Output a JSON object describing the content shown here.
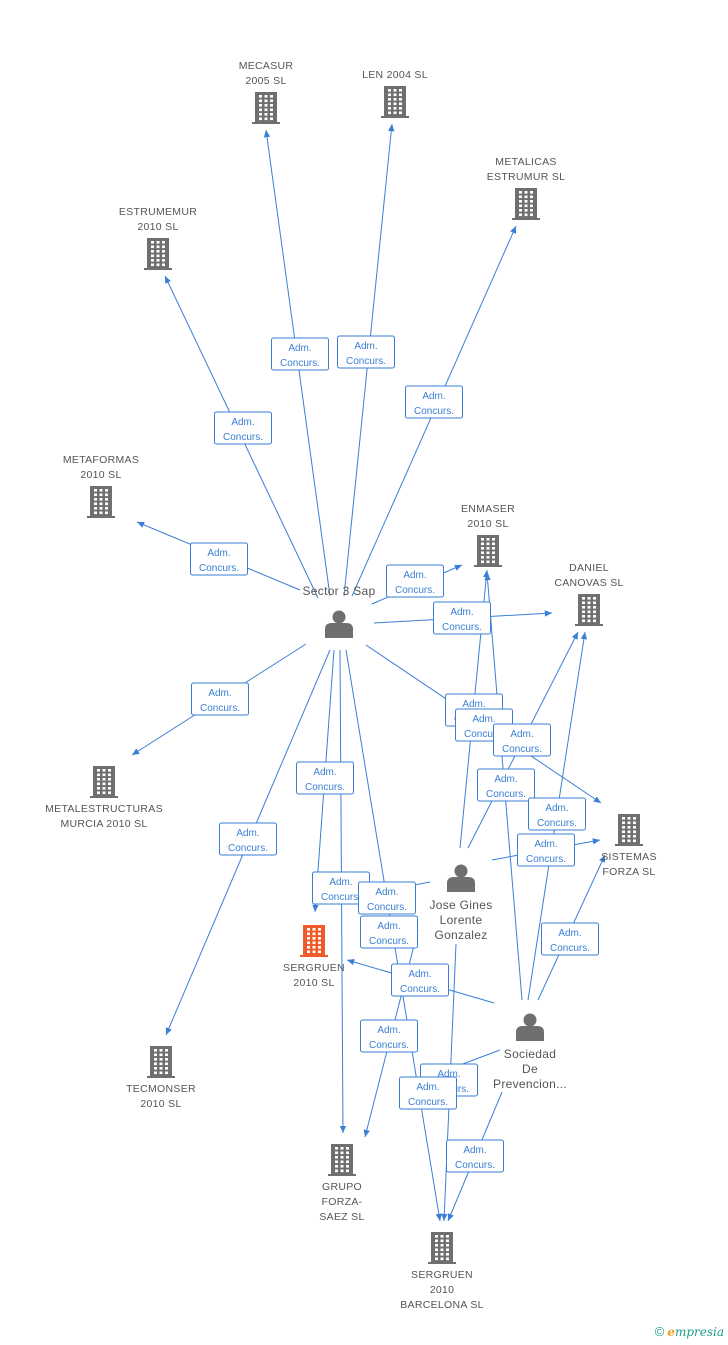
{
  "diagram": {
    "colors": {
      "edge": "#3a7fd5",
      "building": "#6f6f6f",
      "building_highlight": "#f05a28",
      "person": "#6f6f6f",
      "text": "#555555"
    },
    "companies": [
      {
        "id": "mecasur",
        "lines": [
          "MECASUR",
          "2005 SL"
        ],
        "highlight": false
      },
      {
        "id": "len2004",
        "lines": [
          "LEN 2004 SL"
        ],
        "highlight": false
      },
      {
        "id": "metalicas",
        "lines": [
          "METALICAS",
          "ESTRUMUR SL"
        ],
        "highlight": false
      },
      {
        "id": "estrumemur",
        "lines": [
          "ESTRUMEMUR",
          "2010 SL"
        ],
        "highlight": false
      },
      {
        "id": "metaformas",
        "lines": [
          "METAFORMAS",
          "2010 SL"
        ],
        "highlight": false
      },
      {
        "id": "enmaser",
        "lines": [
          "ENMASER",
          "2010 SL"
        ],
        "highlight": false
      },
      {
        "id": "daniel",
        "lines": [
          "DANIEL",
          "CANOVAS SL"
        ],
        "highlight": false
      },
      {
        "id": "metalestructuras",
        "lines": [
          "METALESTRUCTURAS",
          "MURCIA 2010 SL"
        ],
        "highlight": false
      },
      {
        "id": "sistemas",
        "lines": [
          "SISTEMAS",
          "FORZA SL"
        ],
        "highlight": false
      },
      {
        "id": "sergruen",
        "lines": [
          "SERGRUEN",
          "2010 SL"
        ],
        "highlight": true
      },
      {
        "id": "tecmonser",
        "lines": [
          "TECMONSER",
          "2010 SL"
        ],
        "highlight": false
      },
      {
        "id": "grupo",
        "lines": [
          "GRUPO",
          "FORZA-",
          "SAEZ SL"
        ],
        "highlight": false
      },
      {
        "id": "sergruenbcn",
        "lines": [
          "SERGRUEN",
          "2010",
          "BARCELONA SL"
        ],
        "highlight": false
      }
    ],
    "persons": [
      {
        "id": "sector3",
        "lines": [
          "Sector 3 Sap"
        ]
      },
      {
        "id": "jose",
        "lines": [
          "Jose Gines",
          "Lorente",
          "Gonzalez"
        ]
      },
      {
        "id": "sociedad",
        "lines": [
          "Sociedad",
          "De",
          "Prevencion..."
        ]
      }
    ],
    "edge_label": [
      "Adm.",
      "Concurs."
    ],
    "edges": [
      {
        "from": "sector3",
        "to": "mecasur"
      },
      {
        "from": "sector3",
        "to": "len2004"
      },
      {
        "from": "sector3",
        "to": "metalicas"
      },
      {
        "from": "sector3",
        "to": "estrumemur"
      },
      {
        "from": "sector3",
        "to": "metaformas"
      },
      {
        "from": "sector3",
        "to": "enmaser"
      },
      {
        "from": "sector3",
        "to": "daniel"
      },
      {
        "from": "sector3",
        "to": "metalestructuras"
      },
      {
        "from": "sector3",
        "to": "sistemas"
      },
      {
        "from": "sector3",
        "to": "sergruen"
      },
      {
        "from": "sector3",
        "to": "tecmonser"
      },
      {
        "from": "sector3",
        "to": "grupo"
      },
      {
        "from": "sector3",
        "to": "sergruenbcn"
      },
      {
        "from": "jose",
        "to": "enmaser"
      },
      {
        "from": "jose",
        "to": "daniel"
      },
      {
        "from": "jose",
        "to": "sistemas"
      },
      {
        "from": "jose",
        "to": "sergruen"
      },
      {
        "from": "jose",
        "to": "grupo"
      },
      {
        "from": "jose",
        "to": "sergruenbcn"
      },
      {
        "from": "sociedad",
        "to": "enmaser"
      },
      {
        "from": "sociedad",
        "to": "daniel"
      },
      {
        "from": "sociedad",
        "to": "sistemas"
      },
      {
        "from": "sociedad",
        "to": "sergruen"
      },
      {
        "from": "sociedad",
        "to": "grupo"
      },
      {
        "from": "sociedad",
        "to": "sergruenbcn"
      }
    ]
  },
  "footer": {
    "copyright": "©",
    "brand_initial": "e",
    "brand_rest": "mpresia"
  }
}
